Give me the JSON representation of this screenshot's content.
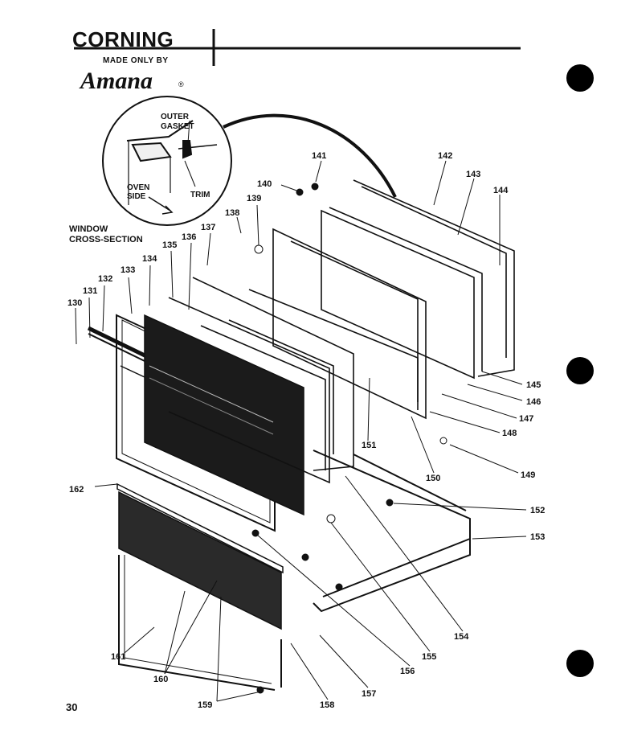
{
  "header": {
    "brand": "CORNING",
    "made_by": "MADE ONLY BY",
    "maker": "Amana",
    "registered_mark": "®"
  },
  "inset": {
    "outer_gasket": [
      "OUTER",
      "GASKET"
    ],
    "oven_side": [
      "OVEN",
      "SIDE"
    ],
    "trim": "TRIM",
    "caption": [
      "WINDOW",
      "CROSS-SECTION"
    ]
  },
  "page_number": "30",
  "parts": [
    "130",
    "131",
    "132",
    "133",
    "134",
    "135",
    "136",
    "137",
    "138",
    "139",
    "140",
    "141",
    "142",
    "143",
    "144",
    "145",
    "146",
    "147",
    "148",
    "149",
    "150",
    "151",
    "152",
    "153",
    "154",
    "155",
    "156",
    "157",
    "158",
    "159",
    "160",
    "161",
    "162"
  ]
}
